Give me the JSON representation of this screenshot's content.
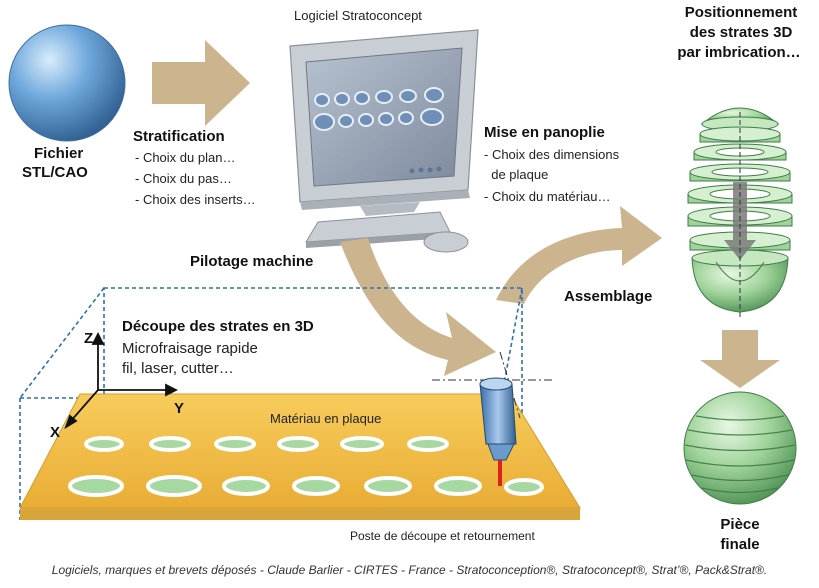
{
  "labels": {
    "software_title": "Logiciel Stratoconcept",
    "file_line1": "Fichier",
    "file_line2": "STL/CAO",
    "stratification": {
      "title": "Stratification",
      "items": [
        "- Choix du plan…",
        "- Choix du pas…",
        "- Choix des inserts…"
      ]
    },
    "panoplie": {
      "title": "Mise en panoplie",
      "items": [
        "- Choix des dimensions",
        "  de plaque",
        "- Choix du matériau…"
      ]
    },
    "positioning": [
      "Positionnement",
      "des strates 3D",
      "par imbrication…"
    ],
    "pilotage": "Pilotage machine",
    "assemblage": "Assemblage",
    "decoupe": {
      "title": "Découpe des strates en 3D",
      "line1": "Microfraisage rapide",
      "line2": "fil, laser, cutter…"
    },
    "axis_z": "Z",
    "axis_y": "Y",
    "axis_x": "X",
    "material": "Matériau en plaque",
    "station": "Poste de découpe et retournement",
    "piece_line1": "Pièce",
    "piece_line2": "finale"
  },
  "credits": "Logiciels, marques et brevets déposés - Claude Barlier - CIRTES - France - Stratoconception®, Stratoconcept®, Strat’®, Pack&Strat®.",
  "colors": {
    "arrow": "#cbb48e",
    "sphere_blue": "#6fa8dc",
    "green": "#9fd39a",
    "plate": "#f2bd45",
    "monitor_frame": "#bfc5cc",
    "screen": "#9aa6b6",
    "dashed": "#2f6fad"
  }
}
